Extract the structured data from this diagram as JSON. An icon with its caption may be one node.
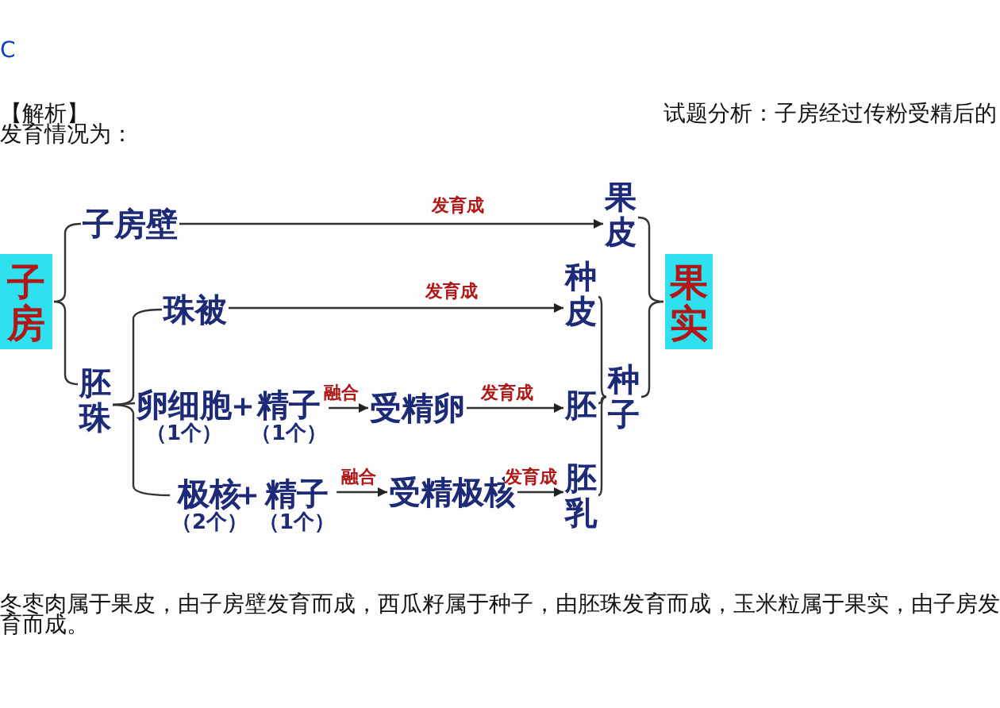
{
  "diagram": {
    "nodes": [
      {
        "text": [
          "子房"
        ]
      },
      {
        "text": [
          "子房壁"
        ]
      },
      {
        "text": [
          "胚珠"
        ]
      },
      {
        "text": [
          "珠被"
        ]
      },
      {
        "text": [
          "卵细胞"
        ],
        "beside": [
          "（1个）"
        ]
      },
      {
        "text": [
          "精子"
        ],
        "beside": [
          "（1个）"
        ]
      },
      {
        "text": [
          "受精卵"
        ]
      },
      {
        "text": [
          "极核"
        ],
        "beside": [
          "（2个）"
        ]
      },
      {
        "text": [
          "精子"
        ],
        "beside": [
          "（1个）"
        ]
      },
      {
        "text": [
          "受精极核"
        ]
      },
      {
        "text": [
          "果皮"
        ]
      },
      {
        "text": [
          "种皮"
        ]
      },
      {
        "text": [
          "胚"
        ]
      },
      {
        "text": [
          "胚乳"
        ]
      },
      {
        "text": [
          "种子"
        ]
      },
      {
        "text": [
          "果实"
        ]
      }
    ],
    "edges": [
      {
        "from": 0,
        "to": 1,
        "arrow": "none"
      },
      {
        "from": 0,
        "to": 2,
        "arrow": "none"
      },
      {
        "from": 2,
        "to": 3,
        "arrow": "none"
      },
      {
        "from": 2,
        "to": 4,
        "arrow": "none"
      },
      {
        "from": 2,
        "to": 7,
        "arrow": "none"
      },
      {
        "from": 1,
        "to": 10,
        "label": "发育成",
        "arrow": "to"
      },
      {
        "from": 3,
        "to": 11,
        "label": "发育成",
        "arrow": "to"
      },
      {
        "from": 5,
        "to": 6,
        "label": "融合",
        "arrow": "to"
      },
      {
        "from": 6,
        "to": 12,
        "label": "发育成",
        "arrow": "to"
      },
      {
        "from": 8,
        "to": 9,
        "label": "融合",
        "arrow": "to"
      },
      {
        "from": 9,
        "to": 13,
        "label": "发育成",
        "arrow": "to"
      },
      {
        "from": 11,
        "to": 14,
        "arrow": "none"
      },
      {
        "from": 12,
        "to": 14,
        "arrow": "none"
      },
      {
        "from": 13,
        "to": 14,
        "arrow": "none"
      },
      {
        "from": 10,
        "to": 15,
        "arrow": "none"
      },
      {
        "from": 14,
        "to": 15,
        "arrow": "none"
      }
    ],
    "labels": [
      "C",
      "【解析】",
      "试题分析：子房经过传粉受精后的发育情况为：",
      "＋",
      "＋",
      "冬枣肉属于果皮，由子房壁发育而成，西瓜籽属于种子，由胚珠发育而成，玉米粒属于果实，由子房发育而成。"
    ]
  }
}
